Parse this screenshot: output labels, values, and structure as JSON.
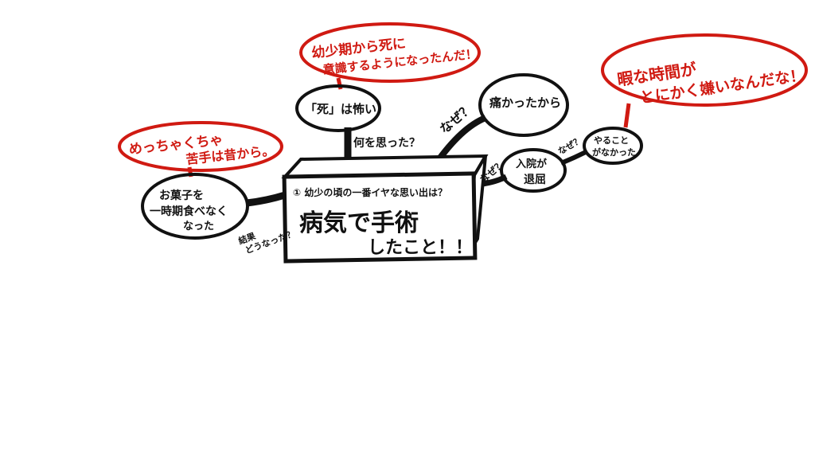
{
  "center": {
    "question": "① 幼少の頃の一番イヤな思い出は？",
    "answer_line1": "病気で手術",
    "answer_line2": "したこと！！"
  },
  "branches": {
    "what_thought": {
      "label": "何を思った？",
      "node": "「死」は怖い",
      "insight_line1": "幼少期から死に",
      "insight_line2": "意識するようになったんだ！"
    },
    "why_top": {
      "label": "なぜ？",
      "node": "痛かったから"
    },
    "why_right": {
      "label": "なぜ？",
      "node_line1": "入院が",
      "node_line2": "退屈",
      "sub_label": "なぜ？",
      "sub_node_line1": "やること",
      "sub_node_line2": "がなかった",
      "insight_line1": "暇な時間が",
      "insight_line2": "とにかく嫌いなんだな！"
    },
    "result": {
      "label_line1": "結果",
      "label_line2": "どうなった？",
      "node_line1": "お菓子を",
      "node_line2": "一時期食べなく",
      "node_line3": "なった",
      "insight_line1": "めっちゃくちゃ",
      "insight_line2": "苦手は昔から。"
    }
  },
  "colors": {
    "ink": "#111111",
    "insight": "#d01a12"
  }
}
